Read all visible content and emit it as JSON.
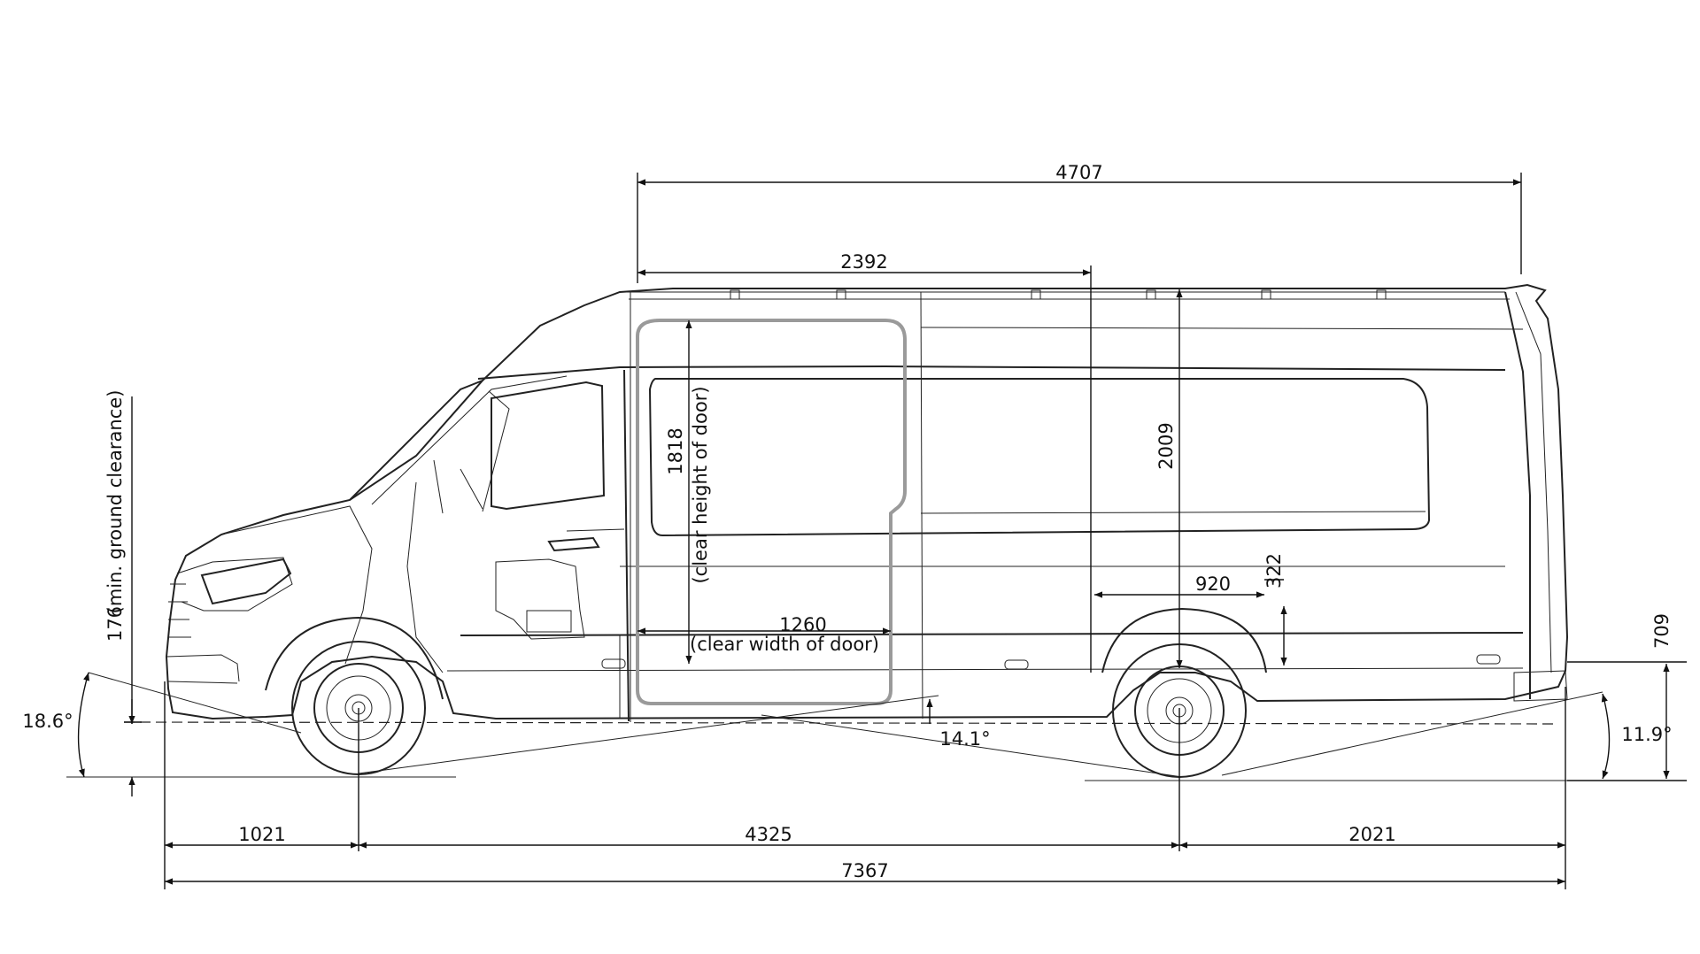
{
  "dimensions": {
    "cargo_length": "4707",
    "door_offset": "2392",
    "interior_height": "2009",
    "door_height": "1818",
    "door_height_note": "(clear height of door)",
    "door_width": "1260",
    "door_width_note": "(clear width of door)",
    "wheel_arch_width": "920",
    "wheel_arch_height": "322",
    "ground_clearance": "176",
    "ground_clearance_note": "(min. ground clearance)",
    "approach_angle": "18.6°",
    "ramp_angle": "14.1°",
    "departure_angle": "11.9°",
    "rear_load_height": "709",
    "front_overhang": "1021",
    "wheelbase": "4325",
    "rear_overhang": "2021",
    "overall_length": "7367"
  }
}
